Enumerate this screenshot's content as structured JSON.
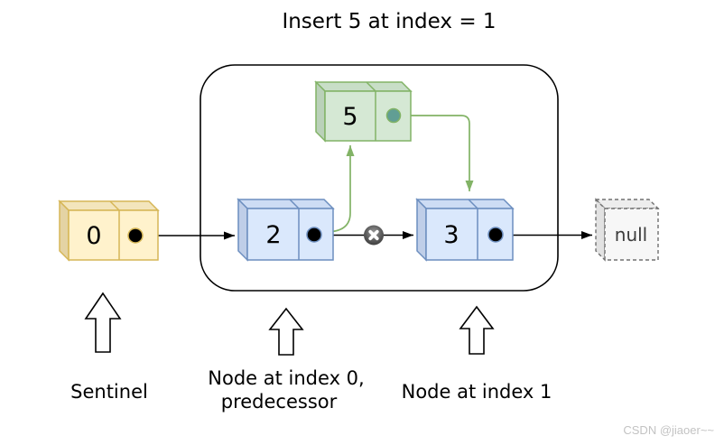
{
  "title": "Insert 5 at index = 1",
  "diagram": {
    "nodes": {
      "sentinel": {
        "value": "0",
        "kind": "sentinel-node"
      },
      "predecessor": {
        "value": "2",
        "kind": "list-node"
      },
      "new_node": {
        "value": "5",
        "kind": "inserted-node"
      },
      "index1": {
        "value": "3",
        "kind": "list-node"
      },
      "terminator": {
        "value": "null",
        "kind": "null-terminator"
      }
    },
    "callouts": {
      "sentinel": "Sentinel",
      "predecessor_line1": "Node at index 0,",
      "predecessor_line2": "predecessor",
      "index1": "Node at index 1"
    },
    "icons": {
      "broken_link": "x-circle"
    },
    "colors": {
      "node_yellow_fill": "#FFF2CC",
      "node_yellow_stroke": "#D6B656",
      "node_blue_fill": "#DAE8FC",
      "node_blue_stroke": "#6C8EBF",
      "node_green_fill": "#D5E8D4",
      "node_green_stroke": "#82B366",
      "null_fill": "#F7F7F7",
      "null_stroke": "#707070",
      "black_arrow": "#000000",
      "green_arrow": "#82B366",
      "pointer_dot": "#000000",
      "new_pointer_dot": "#619E94",
      "x_badge": "#4D4D4D",
      "x_glyph": "#FFFFFF",
      "watermark_gray": "#C3C3C3"
    }
  },
  "watermark": "CSDN @jiaoer~~"
}
